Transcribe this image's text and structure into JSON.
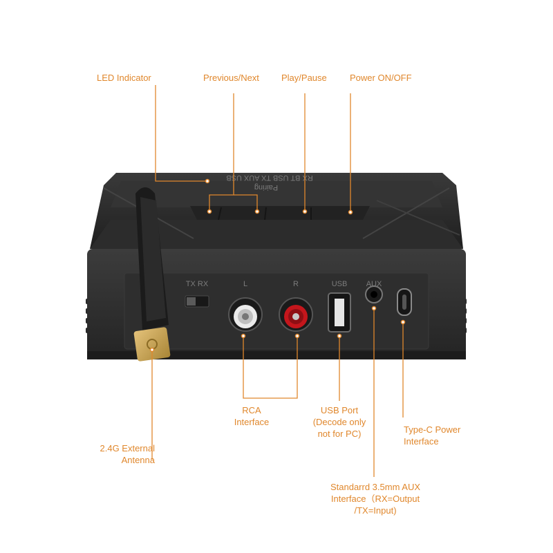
{
  "labels": {
    "led": "LED Indicator",
    "prev_next": "Previous/Next",
    "play_pause": "Play/Pause",
    "power": "Power ON/OFF",
    "rca": [
      "RCA",
      "Interface"
    ],
    "usb": [
      "USB Port",
      "(Decode only",
      "not for PC)"
    ],
    "typec": [
      "Type-C Power",
      "Interface"
    ],
    "antenna": [
      "2.4G External",
      "Antenna"
    ],
    "aux": [
      "Standarrd 3.5mm AUX",
      "Interface（RX=Output",
      "/TX=Input)"
    ]
  },
  "device": {
    "top_mode_text": "RX  BT  USB  TX  AUX  USB",
    "top_pairing_text": "Pairing",
    "port_tx_rx": "TX  RX",
    "port_l": "L",
    "port_r": "R",
    "port_usb": "USB",
    "port_aux": "AUX"
  },
  "colors": {
    "accent": "#e0872c",
    "body": "#2b2b2b",
    "rca_left": "#e8e8e8",
    "rca_right": "#c4161c",
    "antenna_base": "#c9a24a"
  }
}
